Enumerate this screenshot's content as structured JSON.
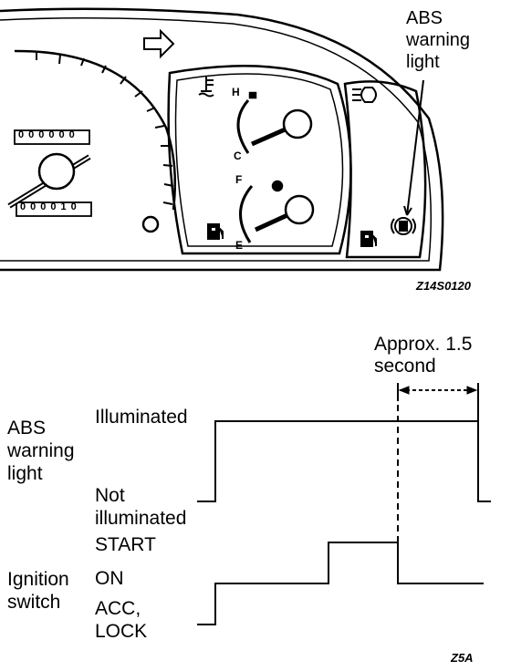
{
  "top_figure": {
    "abs_callout": [
      "ABS",
      "warning",
      "light"
    ],
    "figure_code": "Z14S0120",
    "gauge_letters": {
      "temp_hot": "H",
      "temp_cold": "C",
      "fuel_full": "F",
      "fuel_empty": "E"
    },
    "odometer_digits": "000000",
    "trip_digits": "000010"
  },
  "timing_chart": {
    "duration_label": [
      "Approx. 1.5",
      "second"
    ],
    "abs_label": [
      "ABS",
      "warning",
      "light"
    ],
    "abs_states": {
      "high": "Illuminated",
      "low": [
        "Not",
        "illuminated"
      ]
    },
    "ignition_label": [
      "Ignition",
      "switch"
    ],
    "ignition_states": {
      "high": "START",
      "mid": "ON",
      "low": [
        "ACC,",
        "LOCK"
      ]
    },
    "figure_code": "Z5A"
  }
}
